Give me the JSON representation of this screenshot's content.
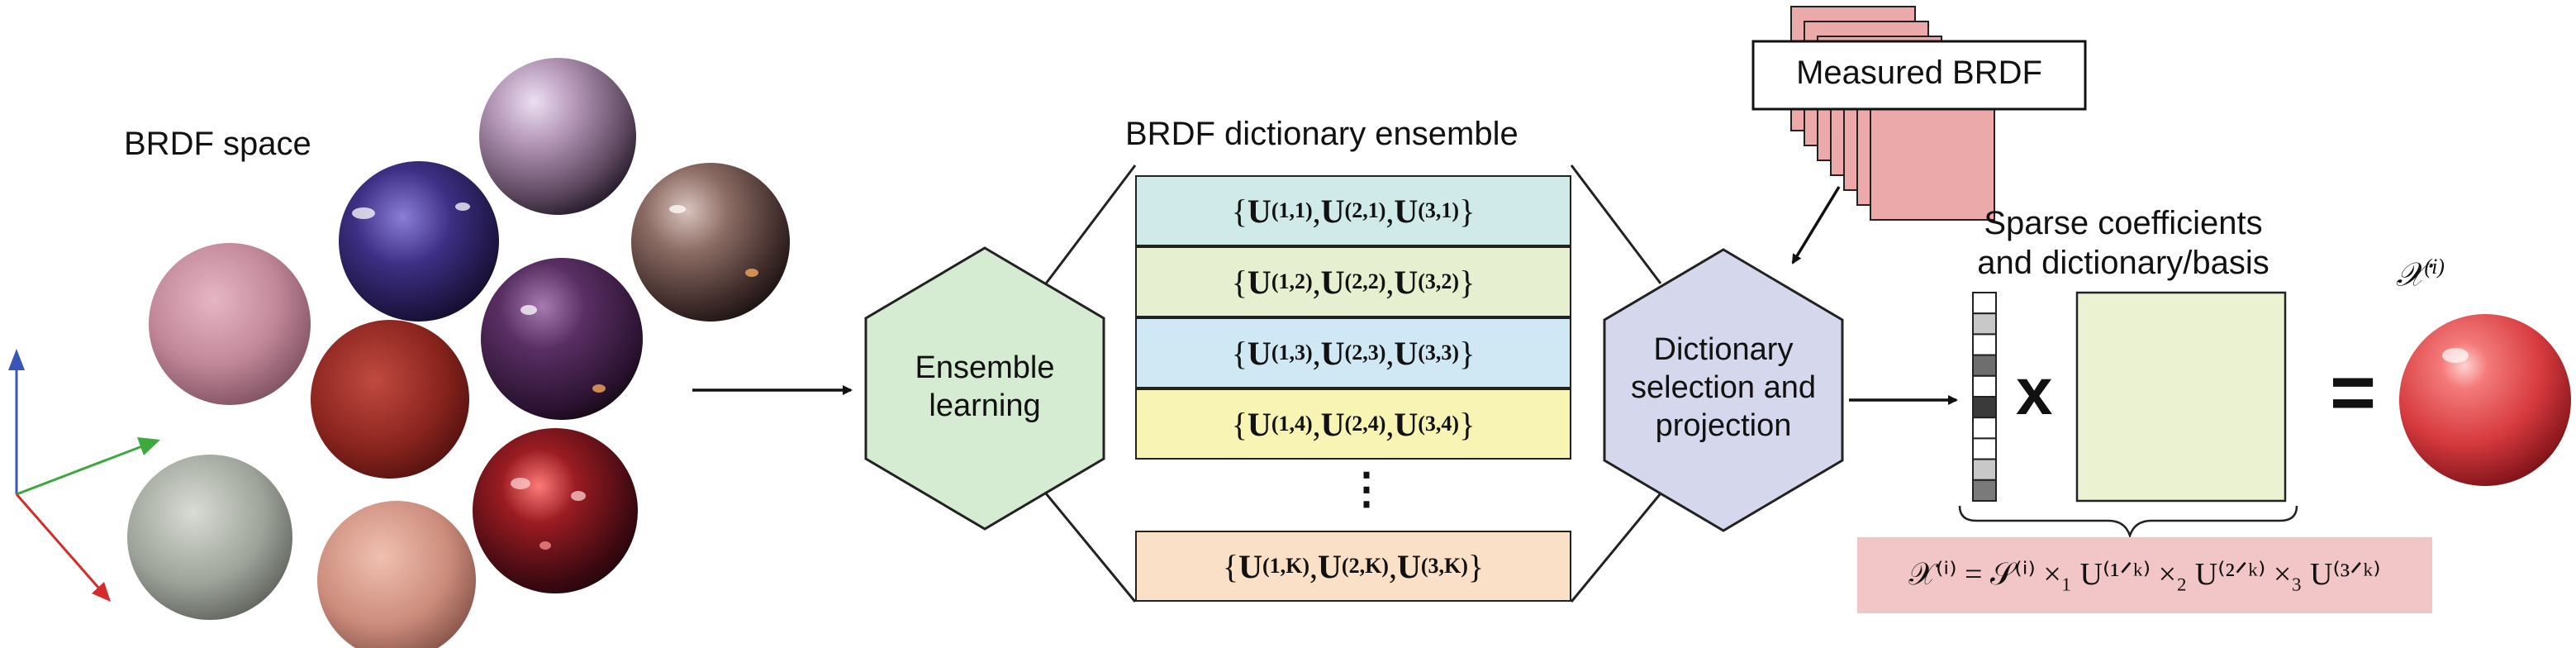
{
  "labels": {
    "brdf_space": "BRDF space",
    "ensemble_title": "BRDF dictionary ensemble",
    "ensemble_learning_line1": "Ensemble",
    "ensemble_learning_line2": "learning",
    "selection_line1": "Dictionary",
    "selection_line2": "selection and",
    "selection_line3": "projection",
    "measured_brdf": "Measured BRDF",
    "sparse_line1": "Sparse coefficients",
    "sparse_line2": "and dictionary/basis",
    "times_symbol": "x",
    "equals_symbol": "=",
    "ellipsis": "⋮"
  },
  "dictionary_entries": [
    {
      "k": "1",
      "color": "#cfeae9"
    },
    {
      "k": "2",
      "color": "#e6efcf"
    },
    {
      "k": "3",
      "color": "#cfe8f4"
    },
    {
      "k": "4",
      "color": "#f8f4b4"
    },
    {
      "k": "K",
      "color": "#fbe0c8"
    }
  ],
  "formula": {
    "result_symbol": "𝒳",
    "result_sup": "(i)",
    "equation": "𝒳⁽ⁱ⁾ = 𝒮⁽ⁱ⁾ ×₁ U⁽¹ᐟᵏ⁾ ×₂ U⁽²ᐟᵏ⁾ ×₃ U⁽³ᐟᵏ⁾"
  },
  "colors": {
    "hexagon_learning": "#d6ecd2",
    "hexagon_selection": "#d5d8ec",
    "measured_brdf_sheets": "#eba9a9",
    "dictionary_matrix": "#eaf2d2",
    "formula_box": "#f2c6c6",
    "axis_x": "#d42b2b",
    "axis_y": "#3da83d",
    "axis_z": "#3b54b8"
  },
  "sparse_vector_shades": [
    "#ffffff",
    "#c8c8c8",
    "#ffffff",
    "#6e6e6e",
    "#ffffff",
    "#3a3a3a",
    "#ffffff",
    "#ffffff",
    "#c8c8c8",
    "#7a7a7a"
  ]
}
